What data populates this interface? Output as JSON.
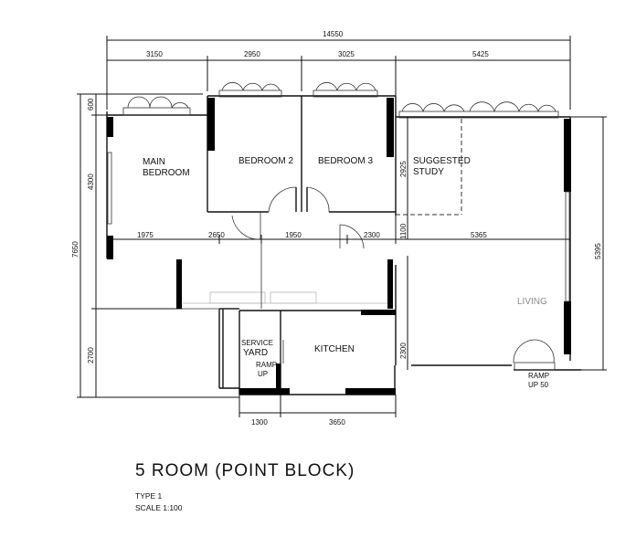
{
  "title": "5 ROOM (POINT BLOCK)",
  "type_label": "TYPE 1",
  "scale_label": "SCALE 1:100",
  "rooms": {
    "main_bedroom_line1": "MAIN",
    "main_bedroom_line2": "BEDROOM",
    "bedroom2": "BEDROOM 2",
    "bedroom3": "BEDROOM 3",
    "study_line1": "SUGGESTED",
    "study_line2": "STUDY",
    "service_line1": "SERVICE",
    "service_line2": "YARD",
    "ramp_line1": "RAMP",
    "ramp_line2": "UP",
    "kitchen": "KITCHEN",
    "ramp50_line1": "RAMP",
    "ramp50_line2": "UP 50",
    "living": "LIVING"
  },
  "dimensions": {
    "top_total": "14550",
    "top_1": "3150",
    "top_2": "2950",
    "top_3": "3025",
    "top_4": "5425",
    "left_1": "600",
    "left_2": "4300",
    "left_total": "7650",
    "left_3": "2700",
    "right_total": "5395",
    "mid_1": "1975",
    "mid_2": "2650",
    "mid_3": "1950",
    "mid_4": "2300",
    "mid_5": "5365",
    "study_v1": "2925",
    "study_v2": "1100",
    "kitchen_v": "2300",
    "bottom_1": "1300",
    "bottom_2": "3650"
  }
}
